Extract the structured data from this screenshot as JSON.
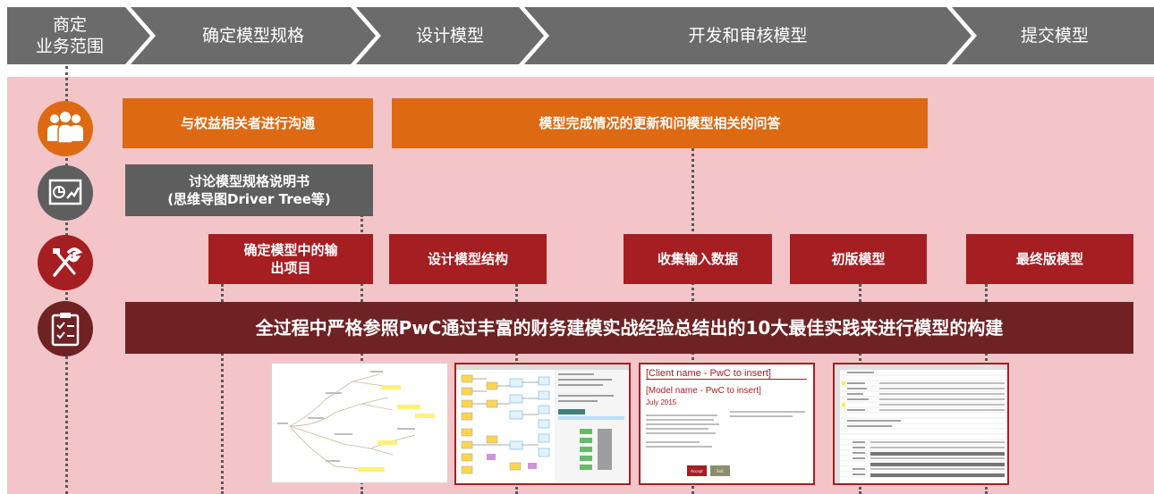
{
  "phases": [
    "商定\n业务范围",
    "确定模型规格",
    "设计模型",
    "开发和审核模型",
    "提交模型"
  ],
  "rows": {
    "communicate": {
      "icon": "people-icon",
      "bars": [
        "与权益相关者进行沟通",
        "模型完成情况的更新和问模型相关的问答"
      ]
    },
    "spec": {
      "icon": "presentation-chart-icon",
      "bar_line1": "讨论模型规格说明书",
      "bar_line2": "(思维导图Driver Tree等)"
    },
    "build": {
      "icon": "wrench-tools-icon",
      "bars": [
        "确定模型中的输\n出项目",
        "设计模型结构",
        "收集输入数据",
        "初版模型",
        "最终版模型"
      ]
    },
    "practice": {
      "icon": "clipboard-checklist-icon",
      "bar": "全过程中严格参照PwC通过丰富的财务建模实战经验总结出的10大最佳实践来进行模型的构建"
    }
  },
  "thumbnails": {
    "cover": {
      "client": "[Client name - PwC to insert]",
      "model": "[Model name - PwC to insert]",
      "date": "July 2015",
      "button1": "Accept",
      "button2": "Exit"
    }
  },
  "colors": {
    "chevron": "#6b6b6b",
    "background": "#f4c5c8",
    "orange": "#dd6a13",
    "grey": "#5e5e5e",
    "red": "#a51e22",
    "maroon": "#6e2224"
  }
}
